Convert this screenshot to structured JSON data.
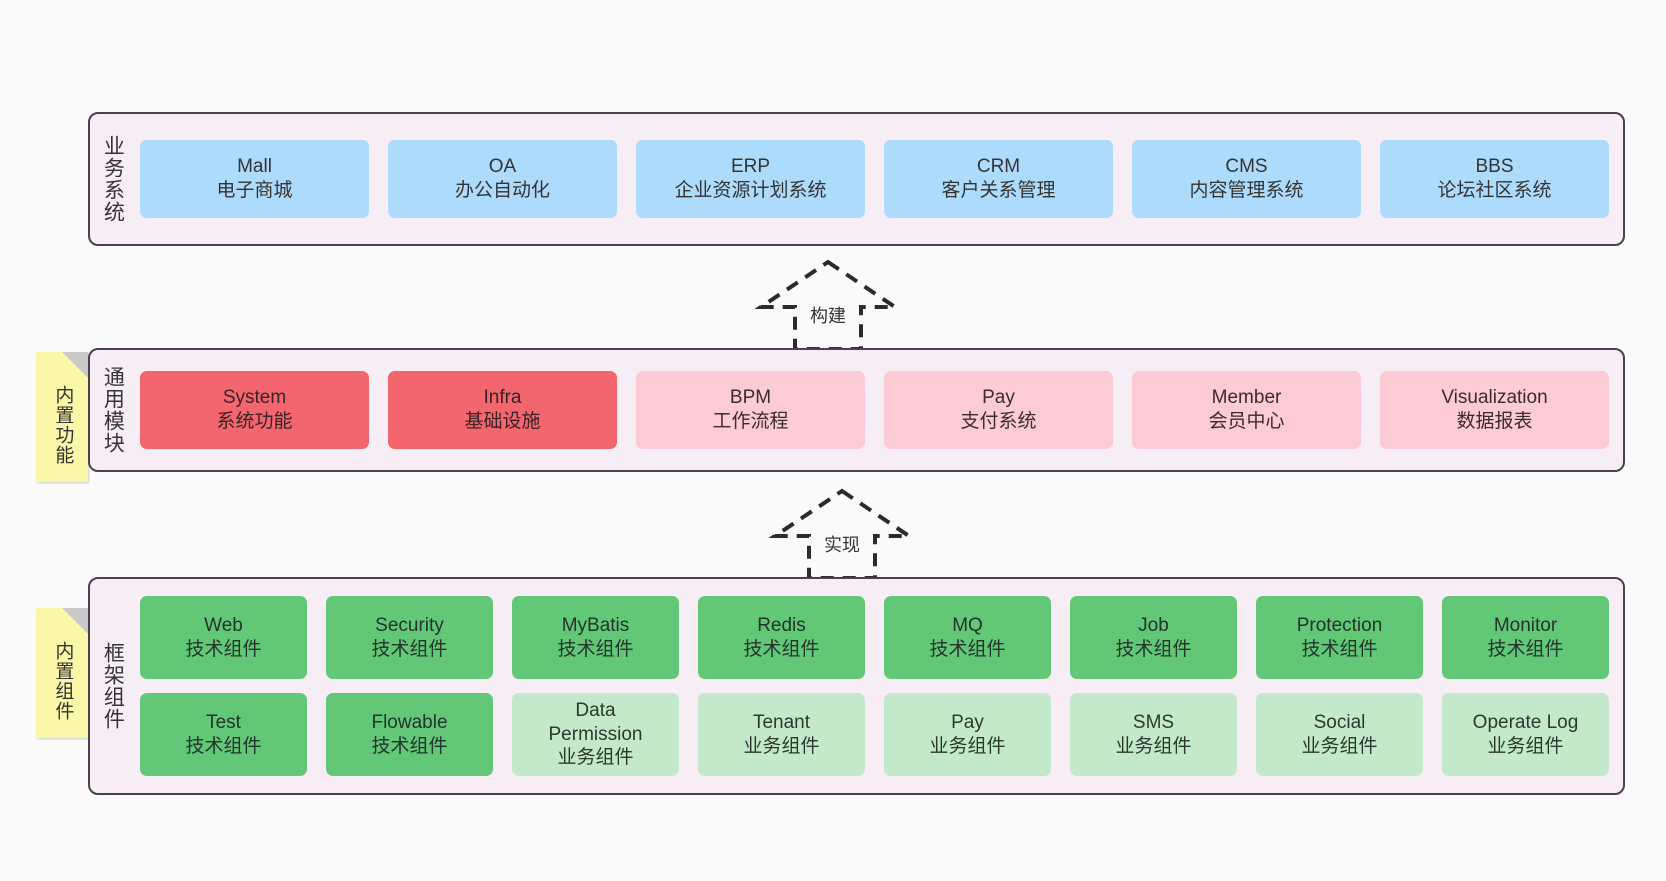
{
  "diagram": {
    "title": "",
    "background": "#FAFAFA",
    "container_fill": "#F7EDF5",
    "container_border": "#4A4050"
  },
  "layers": [
    {
      "id": "business",
      "label": "业务系统",
      "rows": [
        [
          {
            "en": "Mall",
            "cn": "电子商城",
            "color": "#ADDBFB"
          },
          {
            "en": "OA",
            "cn": "办公自动化",
            "color": "#ADDBFB"
          },
          {
            "en": "ERP",
            "cn": "企业资源计划系统",
            "color": "#ADDBFB"
          },
          {
            "en": "CRM",
            "cn": "客户关系管理",
            "color": "#ADDBFB"
          },
          {
            "en": "CMS",
            "cn": "内容管理系统",
            "color": "#ADDBFB"
          },
          {
            "en": "BBS",
            "cn": "论坛社区系统",
            "color": "#ADDBFB"
          }
        ]
      ]
    },
    {
      "id": "common",
      "label": "通用模块",
      "sticky": "内置功能",
      "rows": [
        [
          {
            "en": "System",
            "cn": "系统功能",
            "color": "#F3666E"
          },
          {
            "en": "Infra",
            "cn": "基础设施",
            "color": "#F3666E"
          },
          {
            "en": "BPM",
            "cn": "工作流程",
            "color": "#FCCBD3"
          },
          {
            "en": "Pay",
            "cn": "支付系统",
            "color": "#FCCBD3"
          },
          {
            "en": "Member",
            "cn": "会员中心",
            "color": "#FCCBD3"
          },
          {
            "en": "Visualization",
            "cn": "数据报表",
            "color": "#FCCBD3"
          }
        ]
      ]
    },
    {
      "id": "framework",
      "label": "框架组件",
      "sticky": "内置组件",
      "rows": [
        [
          {
            "en": "Web",
            "cn": "技术组件",
            "color": "#62C877"
          },
          {
            "en": "Security",
            "cn": "技术组件",
            "color": "#62C877"
          },
          {
            "en": "MyBatis",
            "cn": "技术组件",
            "color": "#62C877"
          },
          {
            "en": "Redis",
            "cn": "技术组件",
            "color": "#62C877"
          },
          {
            "en": "MQ",
            "cn": "技术组件",
            "color": "#62C877"
          },
          {
            "en": "Job",
            "cn": "技术组件",
            "color": "#62C877"
          },
          {
            "en": "Protection",
            "cn": "技术组件",
            "color": "#62C877"
          },
          {
            "en": "Monitor",
            "cn": "技术组件",
            "color": "#62C877"
          }
        ],
        [
          {
            "en": "Test",
            "cn": "技术组件",
            "color": "#62C877"
          },
          {
            "en": "Flowable",
            "cn": "技术组件",
            "color": "#62C877"
          },
          {
            "en": "Data Permission",
            "cn": "业务组件",
            "color": "#C3E8CA"
          },
          {
            "en": "Tenant",
            "cn": "业务组件",
            "color": "#C3E8CA"
          },
          {
            "en": "Pay",
            "cn": "业务组件",
            "color": "#C3E8CA"
          },
          {
            "en": "SMS",
            "cn": "业务组件",
            "color": "#C3E8CA"
          },
          {
            "en": "Social",
            "cn": "业务组件",
            "color": "#C3E8CA"
          },
          {
            "en": "Operate Log",
            "cn": "业务组件",
            "color": "#C3E8CA"
          }
        ]
      ]
    }
  ],
  "arrows": [
    {
      "id": "build",
      "label": "构建",
      "direction": "up"
    },
    {
      "id": "implement",
      "label": "实现",
      "direction": "up"
    }
  ]
}
